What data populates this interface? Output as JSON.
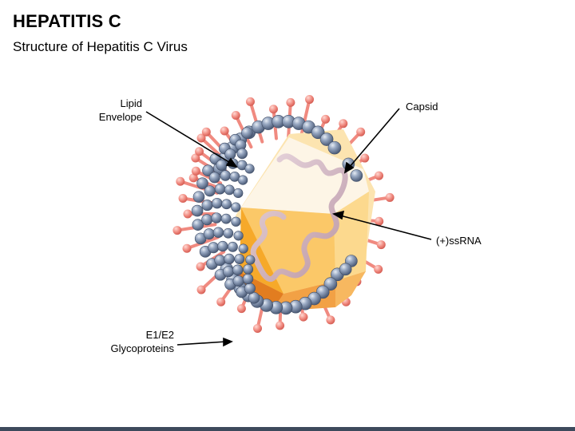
{
  "slide": {
    "title": "HEPATITIS C",
    "subtitle": "Structure of Hepatitis C Virus"
  },
  "labels": {
    "lipid_envelope_line1": "Lipid",
    "lipid_envelope_line2": "Envelope",
    "capsid": "Capsid",
    "rna": "(+)ssRNA",
    "glyco_line1": "E1/E2",
    "glyco_line2": "Glycoproteins"
  },
  "colors": {
    "spike": "#f08a80",
    "bead": "#8094b0",
    "capsid_light": "#fdf3e0",
    "capsid_mid": "#fbd27a",
    "capsid_dark": "#f5a623",
    "capsid_shadow": "#e07b1a",
    "rna": "#cfb3c0",
    "bottom_bar": "#3d4a5c"
  }
}
